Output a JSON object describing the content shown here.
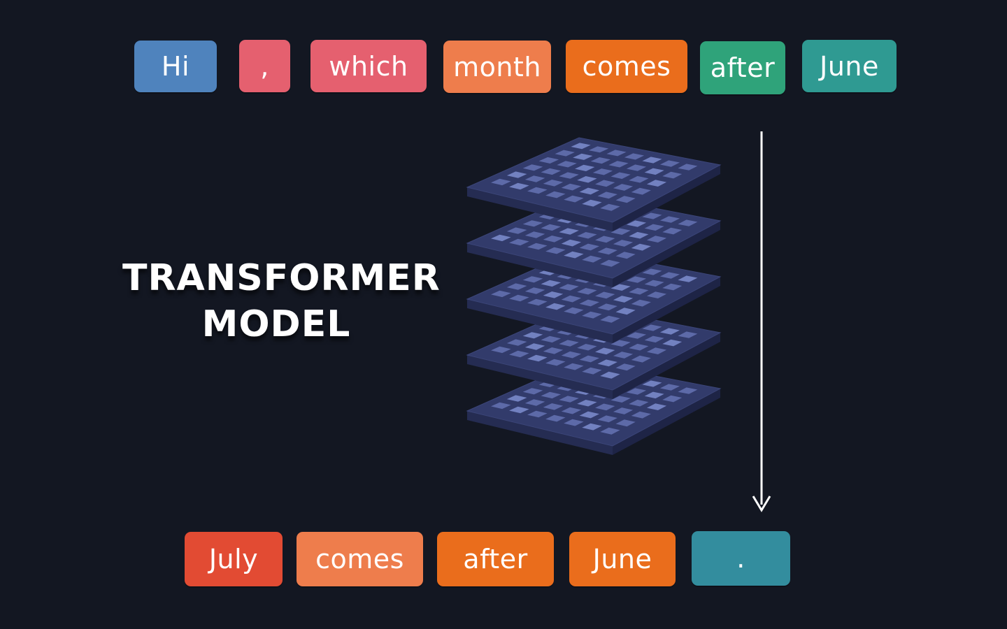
{
  "title": {
    "line1": "TRANSFORMER",
    "line2": "MODEL"
  },
  "input_tokens": [
    {
      "text": "Hi",
      "color": "#4f83bd"
    },
    {
      "text": ",",
      "color": "#e5606f"
    },
    {
      "text": "which",
      "color": "#e5606f"
    },
    {
      "text": "month",
      "color": "#ee7d4c"
    },
    {
      "text": "comes",
      "color": "#ea6d1c"
    },
    {
      "text": "after",
      "color": "#2fa37a"
    },
    {
      "text": "June",
      "color": "#2f9a92"
    }
  ],
  "output_tokens": [
    {
      "text": "July",
      "color": "#e24b33"
    },
    {
      "text": "comes",
      "color": "#ee7d4c"
    },
    {
      "text": "after",
      "color": "#ea6d1c"
    },
    {
      "text": "June",
      "color": "#ea6d1c"
    },
    {
      "text": ".",
      "color": "#338d9e"
    }
  ],
  "colors": {
    "background": "#131722",
    "layer_top": "#323b6b",
    "layer_side": "#252c52",
    "layer_cell": "#5d6aa8",
    "arrow": "#ffffff"
  },
  "model": {
    "layer_count": 5,
    "grid_rows": 6,
    "grid_cols": 7
  },
  "icons": {
    "arrow": "arrow-down-icon"
  }
}
